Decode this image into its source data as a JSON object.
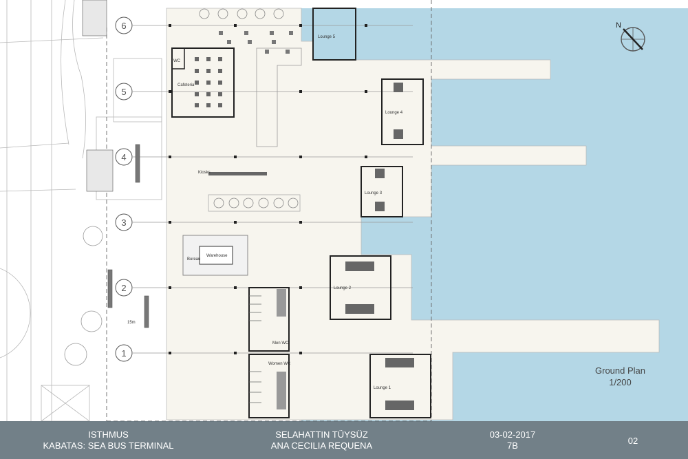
{
  "sheet": {
    "project_title": "ISTHMUS",
    "project_subtitle": "KABATAS: SEA BUS TERMINAL",
    "author_1": "SELAHATTIN TÜYSÜZ",
    "author_2": "ANA CECILIA REQUENA",
    "date": "03-02-2017",
    "group": "7B",
    "page_number": "02",
    "plan_title": "Ground Plan",
    "plan_scale": "1/200"
  },
  "plan": {
    "grid_axes": [
      "1",
      "2",
      "3",
      "4",
      "5",
      "6"
    ],
    "north_label": "N",
    "rooms": {
      "cafeteria": "Cafeteria",
      "wc": "WC",
      "kiosks": "Kiosks",
      "warehouse": "Warehouse",
      "bureau": "Bureau",
      "men_wc": "Men WC",
      "women_wc": "Women WC",
      "lounge_1": "Lounge 1",
      "lounge_2": "Lounge 2",
      "lounge_3": "Lounge 3",
      "lounge_4": "Lounge 4",
      "lounge_5": "Lounge 5"
    },
    "dimension_note": "15m"
  },
  "colors": {
    "water": "#b4d7e6",
    "floor": "#f7f5ee",
    "wall": "#222222",
    "footer": "#5f6e78"
  }
}
